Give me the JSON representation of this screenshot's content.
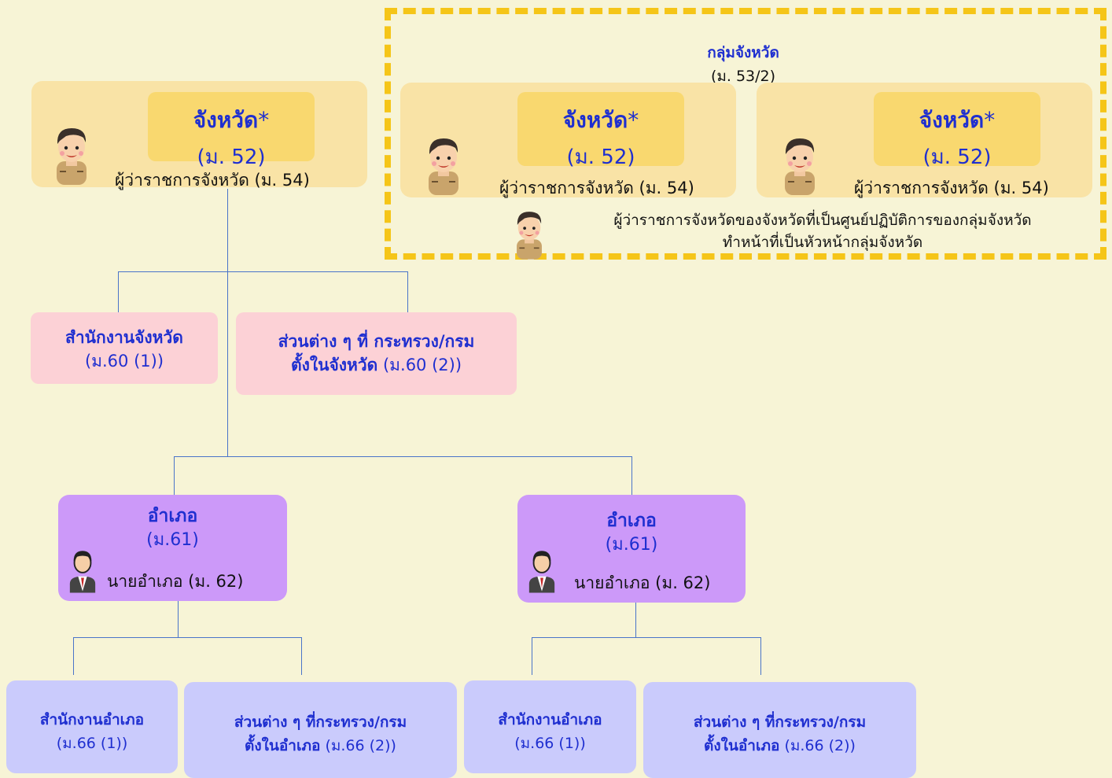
{
  "group": {
    "title": "กลุ่มจังหวัด",
    "section": "(ม. 53/2)",
    "note_line1": "ผู้ว่าราชการจังหวัดของจังหวัดที่เป็นศูนย์ปฏิบัติการของกลุ่มจังหวัด",
    "note_line2": "ทำหน้าที่เป็นหัวหน้ากลุ่มจังหวัด"
  },
  "province": {
    "name": "จังหวัด",
    "star": "*",
    "section": "(ม. 52)",
    "governor": "ผู้ว่าราชการจังหวัด (ม. 54)"
  },
  "provincial_office": {
    "name": "สำนักงานจังหวัด",
    "section": "(ม.60 (1))"
  },
  "provincial_units": {
    "name_line1": "ส่วนต่าง ๆ ที่ กระทรวง/กรม",
    "name_line2": "ตั้งในจังหวัด",
    "section": "(ม.60 (2))"
  },
  "district": {
    "name": "อำเภอ",
    "section": "(ม.61)",
    "chief": "นายอำเภอ (ม. 62)"
  },
  "district_office": {
    "name": "สำนักงานอำเภอ",
    "section": "(ม.66 (1))"
  },
  "district_units": {
    "name_line1": "ส่วนต่าง ๆ ที่กระทรวง/กรม",
    "name_line2": "ตั้งในอำเภอ",
    "section": "(ม.66 (2))"
  },
  "colors": {
    "text_blue": "#1f2fd0",
    "connector": "#4a74c9",
    "group_border": "#f5c518",
    "province_box": "#f9e3a6",
    "province_inner": "#f9d86f",
    "pink_box": "#fcd1d6",
    "violet_box": "#cc99f9",
    "lavender_box": "#cacbfc"
  },
  "icons": {
    "governor": "governor-avatar-icon",
    "district_chief": "district-chief-avatar-icon"
  }
}
